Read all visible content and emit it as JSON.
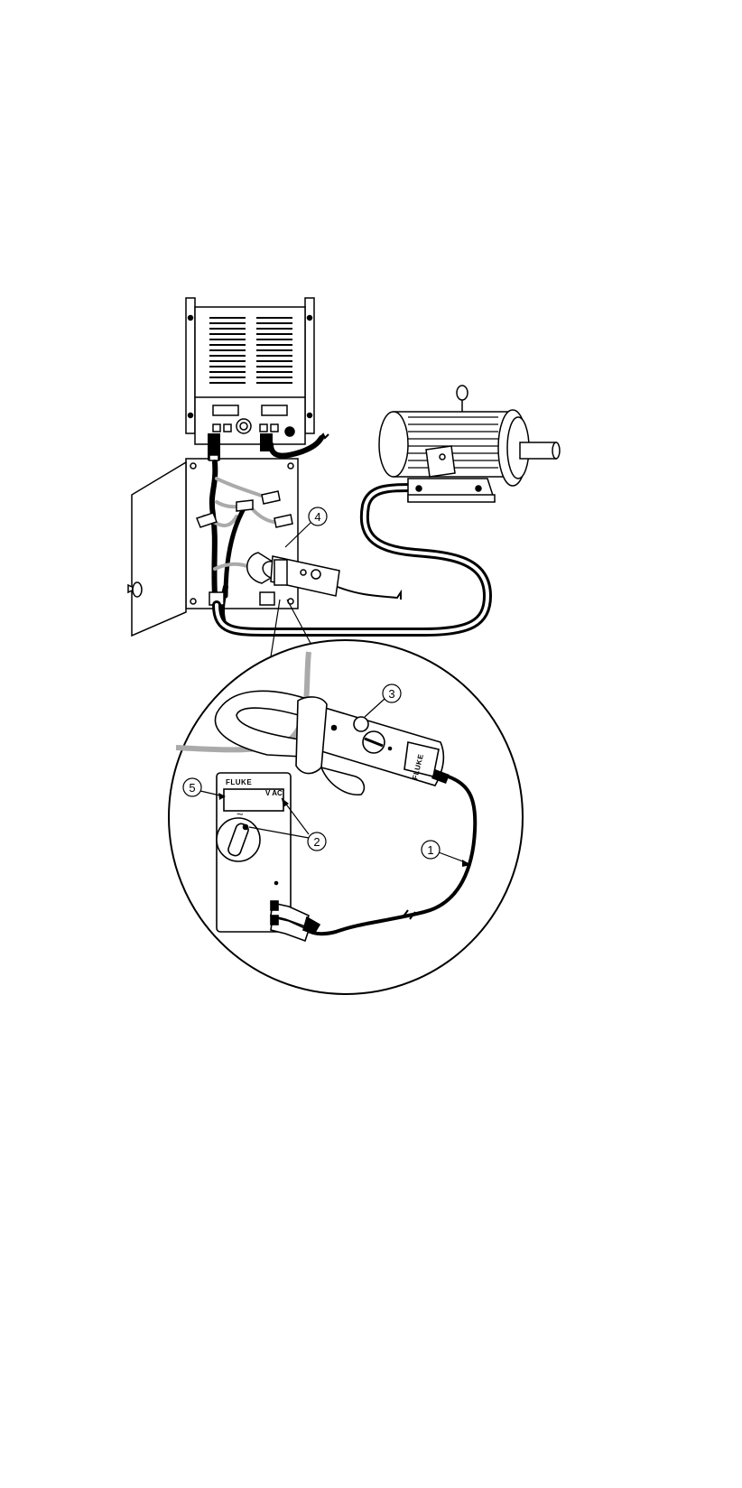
{
  "callouts": [
    {
      "id": "1",
      "label": "1"
    },
    {
      "id": "2",
      "label": "2"
    },
    {
      "id": "3",
      "label": "3"
    },
    {
      "id": "4",
      "label": "4"
    },
    {
      "id": "5",
      "label": "5"
    }
  ],
  "meter": {
    "brand": "FLUKE",
    "display_mode": "V AC",
    "ac_symbol": "~"
  },
  "clamp": {
    "brand": "FLUKE"
  }
}
